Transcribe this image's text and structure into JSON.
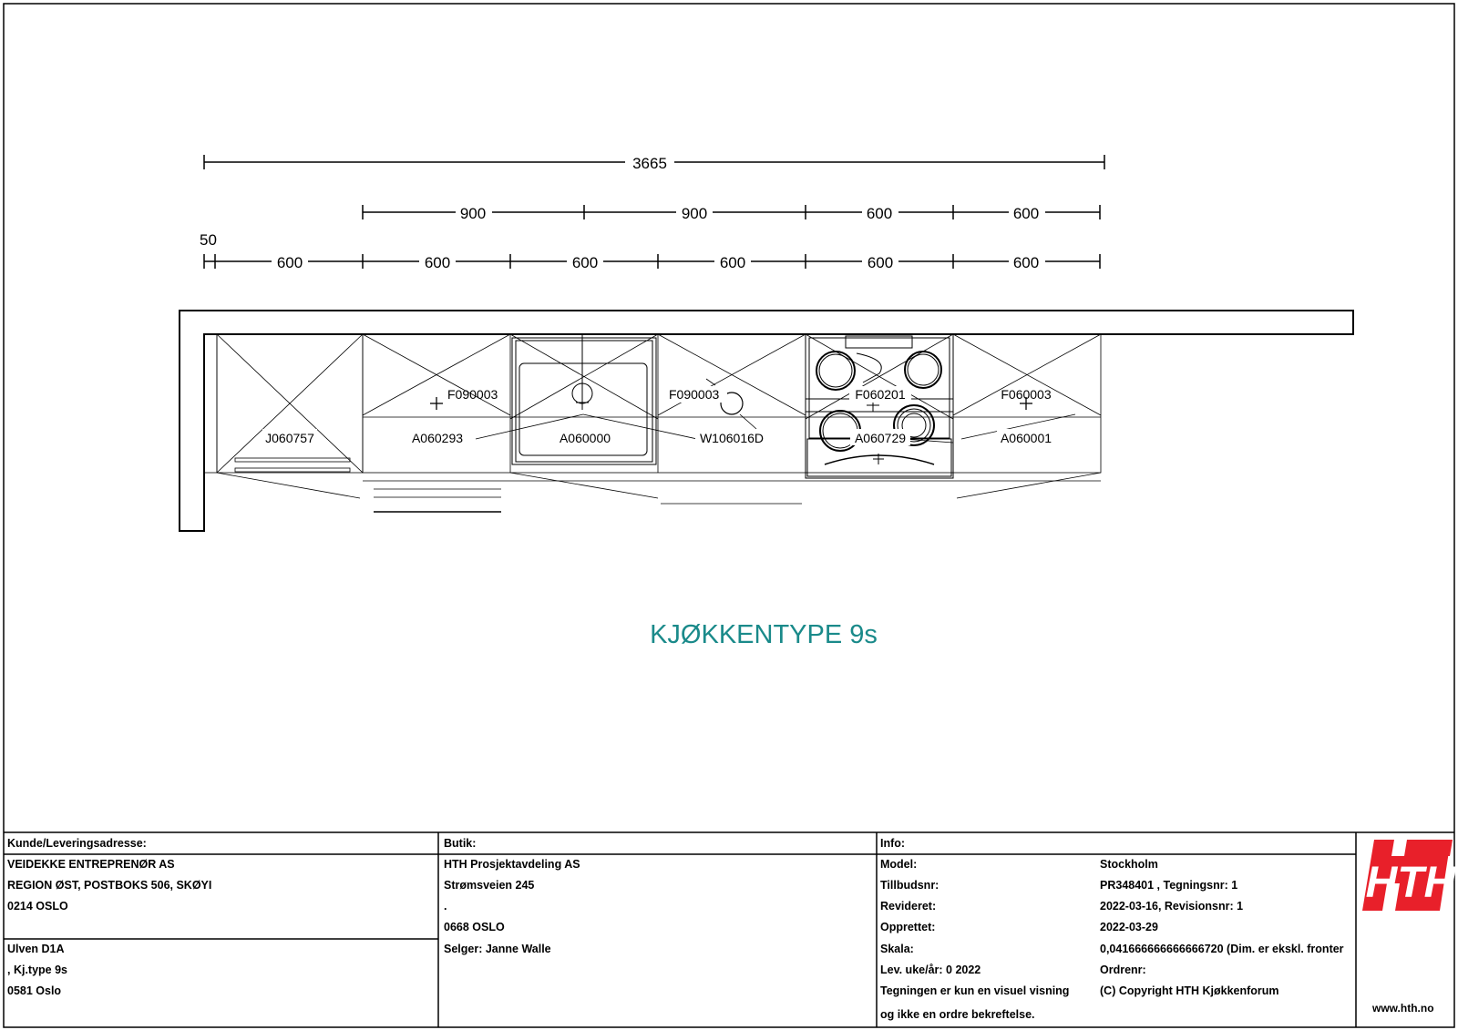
{
  "dimensions": {
    "overall": "3665",
    "upper": [
      "900",
      "900",
      "600",
      "600"
    ],
    "offset": "50",
    "lower": [
      "600",
      "600",
      "600",
      "600",
      "600",
      "600"
    ]
  },
  "labels": {
    "j060757": "J060757",
    "f090003_a": "F090003",
    "a060293": "A060293",
    "a060000": "A060000",
    "f090003_b": "F090003",
    "w106016d": "W106016D",
    "f060201": "F060201",
    "a060729": "A060729",
    "f060003": "F060003",
    "a060001": "A060001"
  },
  "title": "KJØKKENTYPE 9s",
  "colors": {
    "title": "#1a8a8a",
    "logo": "#e8202a"
  },
  "titleblock": {
    "customer": {
      "header": "Kunde/Leveringsadresse:",
      "line1": "VEIDEKKE ENTREPRENØR AS",
      "line2": "REGION ØST, POSTBOKS 506, SKØYI",
      "line3": "0214 OSLO",
      "line4": "Ulven D1A",
      "line5": ", Kj.type 9s",
      "line6": "0581 Oslo"
    },
    "shop": {
      "header": "Butik:",
      "line1": "HTH Prosjektavdeling AS",
      "line2": "Strømsveien 245",
      "line3": ".",
      "line4": "0668 OSLO",
      "line5": "Selger: Janne Walle"
    },
    "info": {
      "header": "Info:",
      "k1": "Model:",
      "v1": "Stockholm",
      "k2": "Tillbudsnr:",
      "v2": "PR348401  , Tegningsnr: 1",
      "k3": "Revideret:",
      "v3": "2022-03-16, Revisionsnr: 1",
      "k4": "Opprettet:",
      "v4": "2022-03-29",
      "k5": "Skala:",
      "v5": "0,041666666666666720 (Dim. er ekskl. fronter",
      "k6": "Lev. uke/år: 0 2022",
      "v6": "Ordrenr:",
      "k7": "Tegningen er kun en visuel visning",
      "v7": "(C) Copyright HTH Kjøkkenforum",
      "k8": "og ikke en ordre bekreftelse."
    },
    "logo": {
      "icon": "hth-logo-icon",
      "url": "www.hth.no"
    }
  }
}
